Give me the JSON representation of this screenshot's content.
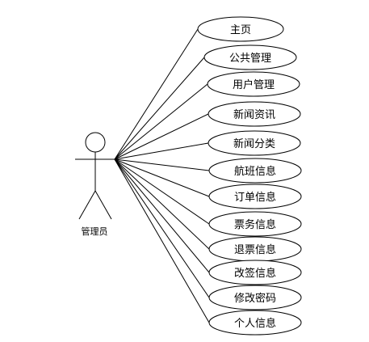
{
  "actor": {
    "label": "管理员"
  },
  "use_cases": [
    {
      "label": "主页"
    },
    {
      "label": "公共管理"
    },
    {
      "label": "用户管理"
    },
    {
      "label": "新闻资讯"
    },
    {
      "label": "新闻分类"
    },
    {
      "label": "航班信息"
    },
    {
      "label": "订单信息"
    },
    {
      "label": "票务信息"
    },
    {
      "label": "退票信息"
    },
    {
      "label": "改签信息"
    },
    {
      "label": "修改密码"
    },
    {
      "label": "个人信息"
    }
  ],
  "colors": {
    "stroke": "#000000",
    "fill": "#ffffff"
  }
}
